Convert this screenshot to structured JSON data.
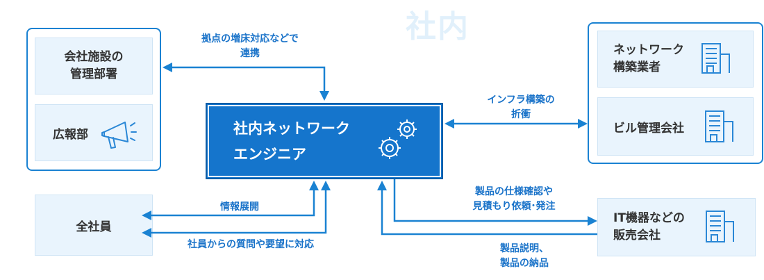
{
  "title": "社内",
  "center": {
    "line1": "社内ネットワーク",
    "line2": "エンジニア"
  },
  "left_panel": {
    "item1": {
      "line1": "会社施設の",
      "line2": "管理部署"
    },
    "item2": "広報部"
  },
  "all_staff": "全社員",
  "right_panel": {
    "item1": {
      "line1": "ネットワーク",
      "line2": "構築業者"
    },
    "item2": "ビル管理会社"
  },
  "vendor": {
    "line1": "IT機器などの",
    "line2": "販売会社"
  },
  "labels": {
    "base_line1": "拠点の増床対応などで",
    "base_line2": "連携",
    "infra_line1": "インフラ構築の",
    "infra_line2": "折衝",
    "info": "情報展開",
    "staff_response": "社員からの質問や要望に対応",
    "order_line1": "製品の仕様確認や",
    "order_line2": "見積もり依頼･発注",
    "delivery_line1": "製品説明、",
    "delivery_line2": "製品の納品"
  },
  "colors": {
    "accent": "#1575cc",
    "card_bg": "#e9f4fd",
    "label": "#1a73c9",
    "title_watermark": "#e1f0fb"
  },
  "icons": [
    "megaphone-icon",
    "gear-icon",
    "building-icon"
  ]
}
